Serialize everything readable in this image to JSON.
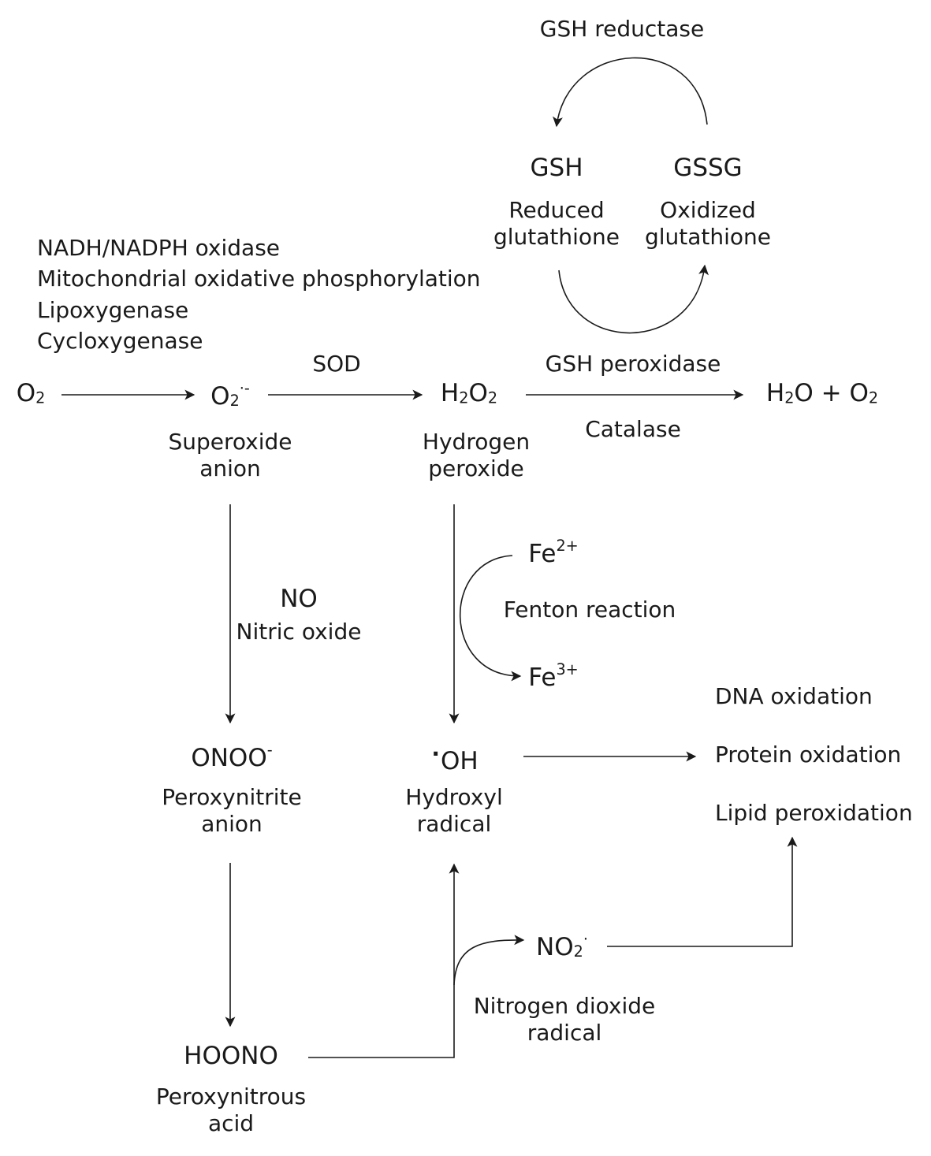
{
  "enzymes": {
    "gsh_reductase": "GSH reductase",
    "sod": "SOD",
    "gsh_peroxidase": "GSH peroxidase",
    "catalase": "Catalase",
    "fenton": "Fenton reaction"
  },
  "glutathione": {
    "gsh": "GSH",
    "gsh_name_1": "Reduced",
    "gsh_name_2": "glutathione",
    "gssg": "GSSG",
    "gssg_name_1": "Oxidized",
    "gssg_name_2": "glutathione"
  },
  "sources": [
    "NADH/NADPH oxidase",
    "Mitochondrial oxidative phosphorylation",
    "Lipoxygenase",
    "Cycloxygenase"
  ],
  "species": {
    "o2": {
      "base": "O",
      "sub": "2"
    },
    "superoxide": {
      "base": "O",
      "sub": "2",
      "sup": "·-",
      "name_1": "Superoxide",
      "name_2": "anion"
    },
    "h2o2": {
      "h": "H",
      "h_sub": "2",
      "o": "O",
      "o_sub": "2",
      "name_1": "Hydrogen",
      "name_2": "peroxide"
    },
    "products": {
      "h": "H",
      "h_sub": "2",
      "rest": "O + O",
      "o_sub": "2"
    },
    "no": {
      "formula": "NO",
      "name": "Nitric oxide"
    },
    "fe2": {
      "base": "Fe",
      "sup": "2+"
    },
    "fe3": {
      "base": "Fe",
      "sup": "3+"
    },
    "peroxynitrite": {
      "base": "ONOO",
      "sup": "-",
      "name_1": "Peroxynitrite",
      "name_2": "anion"
    },
    "hydroxyl": {
      "dot": "·",
      "base": "OH",
      "name_1": "Hydroxyl",
      "name_2": "radical"
    },
    "hoono": {
      "formula": "HOONO",
      "name_1": "Peroxynitrous",
      "name_2": "acid"
    },
    "no2": {
      "base": "NO",
      "sub": "2",
      "sup": "·",
      "name_1": "Nitrogen dioxide",
      "name_2": "radical"
    }
  },
  "damage": [
    "DNA oxidation",
    "Protein oxidation",
    "Lipid peroxidation"
  ]
}
